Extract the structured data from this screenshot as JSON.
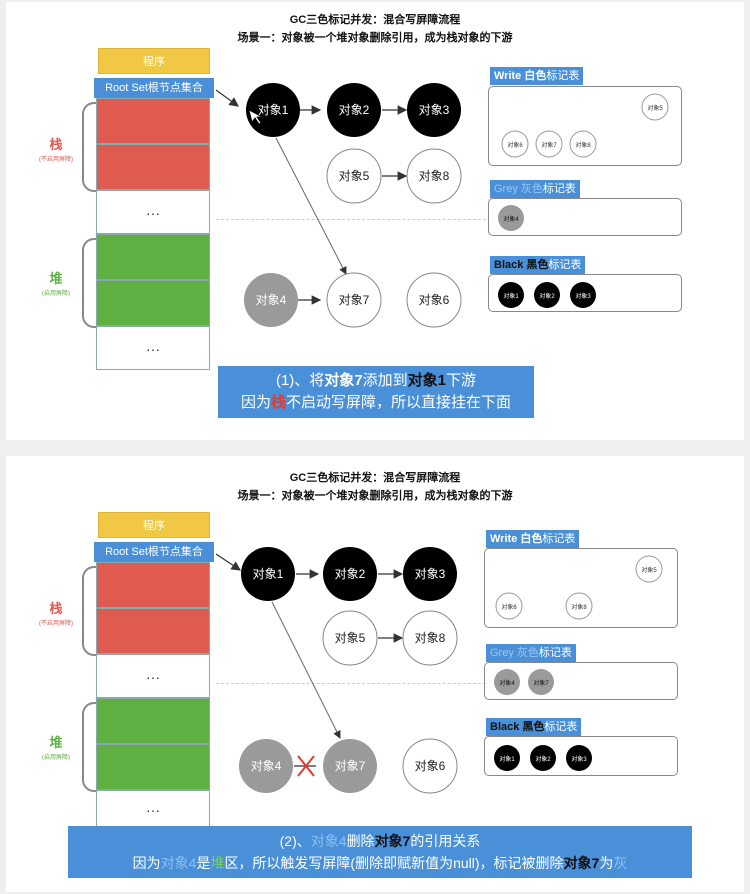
{
  "title1": "GC三色标记并发：混合写屏障流程",
  "title2": "场景一：对象被一个堆对象删除引用，成为栈对象的下游",
  "program": "程序",
  "root_set": "Root Set根节点集合",
  "stack": {
    "label": "栈",
    "sub": "(不启用屏障)"
  },
  "heap": {
    "label": "堆",
    "sub": "(启用屏障)"
  },
  "ellipsis": "···",
  "objects": {
    "o1": "对象1",
    "o2": "对象2",
    "o3": "对象3",
    "o4": "对象4",
    "o5": "对象5",
    "o6": "对象6",
    "o7": "对象7",
    "o8": "对象8"
  },
  "tables": {
    "white": {
      "en": "Write",
      "cn_strong": "白色",
      "cn_rest": "标记表"
    },
    "grey": {
      "en": "Grey",
      "cn_strong": "灰色",
      "cn_rest": "标记表"
    },
    "black": {
      "en": "Black",
      "cn_strong": "黑色",
      "cn_rest": "标记表"
    }
  },
  "caption1": {
    "line1_a": "(1)、将",
    "line1_b": "对象7",
    "line1_c": "添加到",
    "line1_d": "对象1",
    "line1_e": "下游",
    "line2_a": "因为",
    "line2_b": "栈",
    "line2_c": "不启动写屏障，所以直接挂在下面"
  },
  "caption2": {
    "line1_a": "(2)、",
    "line1_b": "对象4",
    "line1_c": "删除",
    "line1_d": "对象7",
    "line1_e": "的引用关系",
    "line2_a": "因为",
    "line2_b": "对象4",
    "line2_c": "是",
    "line2_d": "堆",
    "line2_e": "区，所以触发写屏障(删除即赋新值为null)，标记被删除",
    "line2_f": "对象7",
    "line2_g": "为",
    "line2_h": "灰"
  },
  "colors": {
    "accent": "#4a90d9",
    "stack": "#df5a50",
    "heap": "#5fb043",
    "program": "#f0c845"
  }
}
